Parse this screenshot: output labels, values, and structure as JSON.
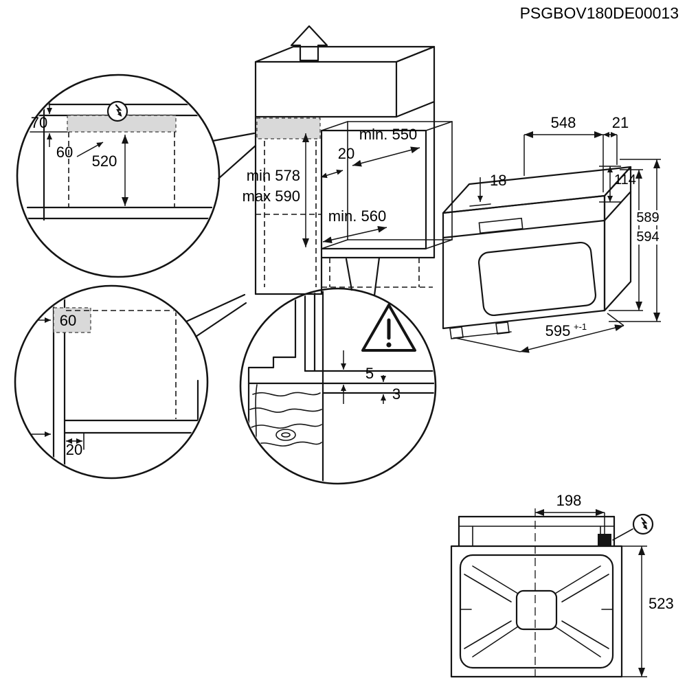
{
  "page": {
    "code": "PSGBOV180DE00013"
  },
  "cabinet": {
    "niche_width": "min. 550",
    "front_recess": "20",
    "niche_height_min": "min 578",
    "niche_height_max": "max 590",
    "niche_depth": "min. 560"
  },
  "detail_top_left": {
    "clearance_height": "70",
    "clearance_depth": "60",
    "shelf_distance": "520"
  },
  "detail_bottom_left": {
    "clearance_width": "60",
    "side_gap": "20"
  },
  "detail_front": {
    "top_gap": "5",
    "bottom_gap": "3"
  },
  "oven": {
    "depth": "548",
    "rear_clearance": "21",
    "top_clearance": "18",
    "panel_height": "114",
    "height": "589",
    "height_total": "594",
    "width": "595",
    "width_tolerance": "+-1"
  },
  "top_view": {
    "mains_offset": "198",
    "depth": "523"
  },
  "symbols": {
    "electrical_connection": "lightning-bolt-circle",
    "caution": "warning-triangle",
    "install_direction": "up-arrow"
  }
}
